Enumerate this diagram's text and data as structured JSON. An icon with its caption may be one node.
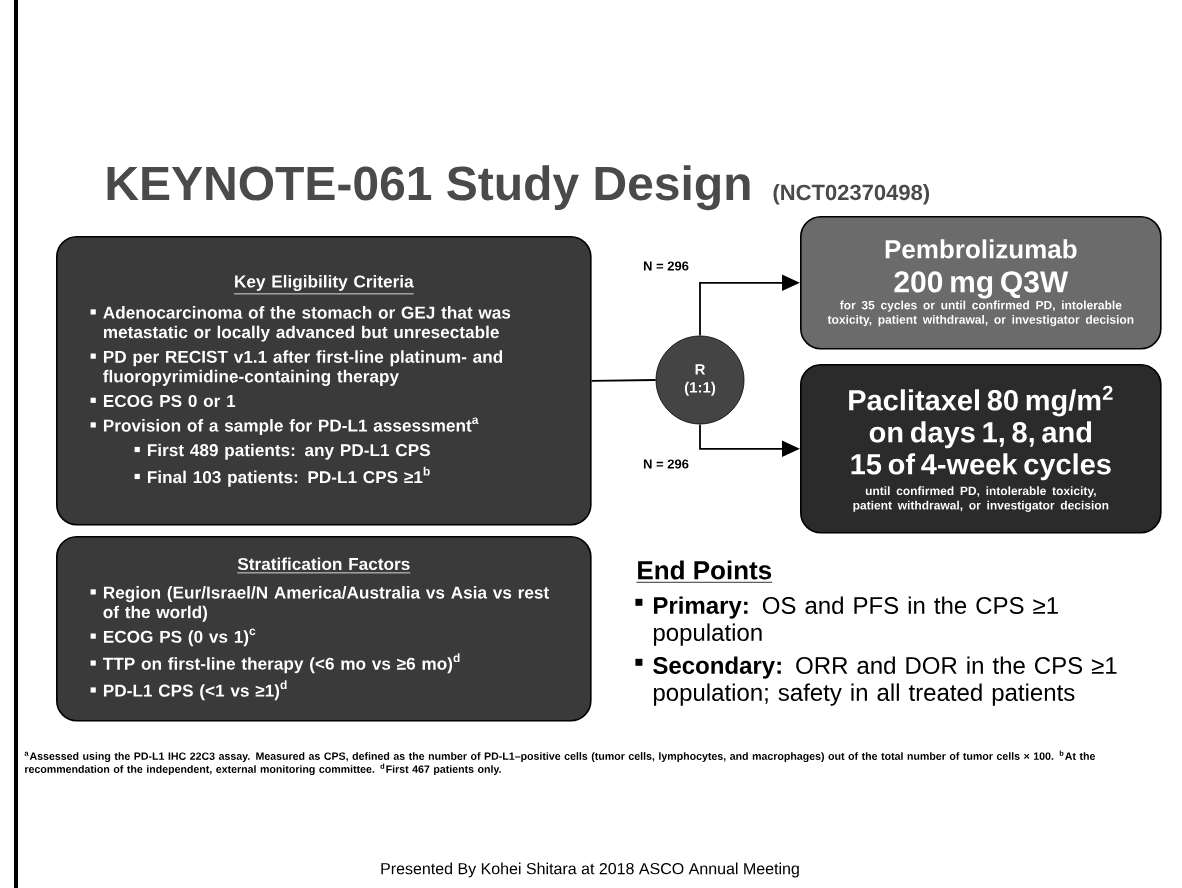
{
  "diagram": {
    "title": "KEYNOTE-061 Study Design",
    "caption": "Presented By Kohei Shitara at 2018 ASCO Annual Meeting",
    "nodes": [
      {
        "text": [
          "Key Eligibility Criteria",
          "Adenocarcinoma of the stomach or GEJ that was metastatic or locally advanced but unresectable",
          "PD per RECIST v1.1 after first-line platinum- and fluoropyrimidine-containing therapy",
          "ECOG PS 0 or 1",
          "Provision of a sample for PD-L1 assessment$^{a}$",
          "First 489 patients: any PD-L1 CPS",
          "Final 103 patients: PD-L1 CPS ≥1$^{b}$"
        ]
      },
      {
        "text": [
          "Stratification Factors",
          "Region (Eur/Israel/N America/Australia vs Asia vs rest of the world)",
          "ECOG PS (0 vs 1)$^{c}$",
          "TTP on first-line therapy (<6 mo vs ≥6 mo)$^{d}$",
          "PD-L1 CPS (<1 vs ≥1)$^{d}$"
        ]
      },
      {
        "text": [
          "R (1:1)"
        ]
      },
      {
        "text": [
          "Pembrolizumab",
          "200 mg Q3W",
          "for 35 cycles or until confirmed PD, intolerable toxicity, patient withdrawal, or investigator decision"
        ]
      },
      {
        "text": [
          "Paclitaxel 80 mg/m$^{2}$ on days 1, 8, and 15 of 4-week cycles",
          "until confirmed PD, intolerable toxicity, patient withdrawal, or investigator decision"
        ]
      }
    ],
    "edges": [
      {
        "from": 0,
        "to": 2,
        "arrow": "none"
      },
      {
        "from": 2,
        "to": 3,
        "arrow": "to",
        "label": "N = 296"
      },
      {
        "from": 2,
        "to": 4,
        "arrow": "to",
        "label": "N = 296"
      }
    ],
    "labels": [
      "(NCT02370498)",
      "End Points",
      "**Primary:** OS and PFS in the CPS ≥1 population",
      "**Secondary:** ORR and DOR in the CPS ≥1 population; safety in all treated patients",
      "$^{a}$Assessed using the PD-L1 IHC 22C3 assay. Measured as CPS, defined as the number of PD-L1–positive cells (tumor cells, lymphocytes, and macrophages) out of the total number of tumor cells × 100. $^{b}$At the recommendation of the independent, external monitoring committee. $^{d}$First 467 patients only."
    ]
  }
}
